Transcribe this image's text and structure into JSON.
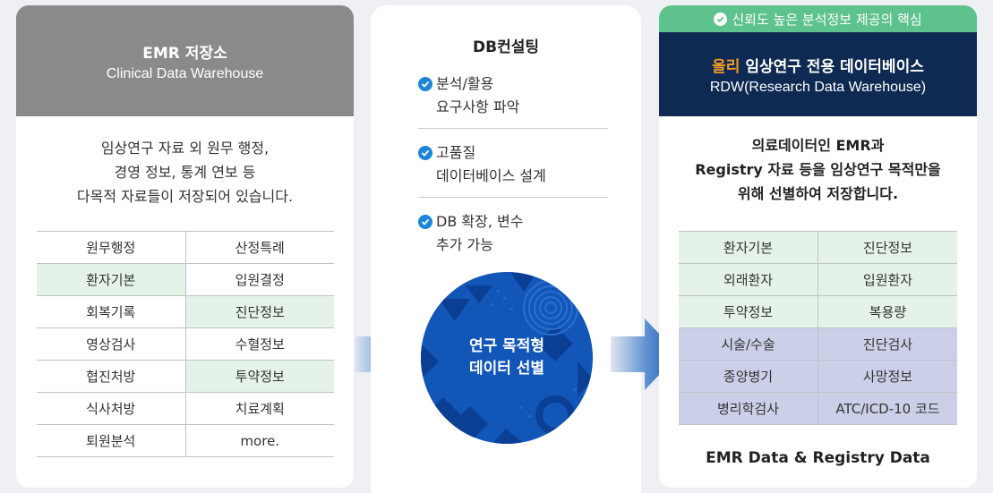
{
  "left": {
    "title": "EMR 저장소",
    "subtitle": "Clinical Data Warehouse",
    "description": [
      "임상연구 자료 외 원무 행정,",
      "경영 정보, 통계 연보 등",
      "다목적 자료들이 저장되어 있습니다."
    ],
    "rows": [
      [
        {
          "text": "원무행정",
          "hl": ""
        },
        {
          "text": "산정특례",
          "hl": ""
        }
      ],
      [
        {
          "text": "환자기본",
          "hl": "green"
        },
        {
          "text": "입원결정",
          "hl": ""
        }
      ],
      [
        {
          "text": "회복기록",
          "hl": ""
        },
        {
          "text": "진단정보",
          "hl": "green"
        }
      ],
      [
        {
          "text": "영상검사",
          "hl": ""
        },
        {
          "text": "수혈정보",
          "hl": ""
        }
      ],
      [
        {
          "text": "협진처방",
          "hl": ""
        },
        {
          "text": "투약정보",
          "hl": "green"
        }
      ],
      [
        {
          "text": "식사처방",
          "hl": ""
        },
        {
          "text": "치료계획",
          "hl": ""
        }
      ],
      [
        {
          "text": "퇴원분석",
          "hl": ""
        },
        {
          "text": "more.",
          "hl": ""
        }
      ]
    ]
  },
  "middle": {
    "title": "DB컨설팅",
    "items": [
      {
        "line1": "분석/활용",
        "line2": "요구사항 파악"
      },
      {
        "line1": "고품질",
        "line2": "데이터베이스 설계"
      },
      {
        "line1": "DB 확장, 변수",
        "line2": "추가 가능"
      }
    ],
    "circle_lines": [
      "연구 목적형",
      "데이터 선별"
    ]
  },
  "right": {
    "badge": "신뢰도 높은 분석정보 제공의 핵심",
    "title_accent": "올리",
    "title_rest": "임상연구 전용 데이터베이스",
    "subtitle": "RDW(Research Data Warehouse)",
    "description": [
      "의료데이터인 EMR과",
      "Registry 자료 등을 임상연구 목적만을",
      "위해 선별하여 저장합니다."
    ],
    "rows": [
      [
        {
          "text": "환자기본",
          "hl": "green"
        },
        {
          "text": "진단정보",
          "hl": "green"
        }
      ],
      [
        {
          "text": "외래환자",
          "hl": "green"
        },
        {
          "text": "입원환자",
          "hl": "green"
        }
      ],
      [
        {
          "text": "투약정보",
          "hl": "green"
        },
        {
          "text": "복용량",
          "hl": "green"
        }
      ],
      [
        {
          "text": "시술/수술",
          "hl": "violet"
        },
        {
          "text": "진단검사",
          "hl": "violet"
        }
      ],
      [
        {
          "text": "종양병기",
          "hl": "violet"
        },
        {
          "text": "사망정보",
          "hl": "violet"
        }
      ],
      [
        {
          "text": "병리학검사",
          "hl": "violet"
        },
        {
          "text": "ATC/ICD-10 코드",
          "hl": "violet"
        }
      ]
    ],
    "footer": "EMR Data & Registry Data"
  },
  "colors": {
    "left_header": "#8a8a8a",
    "right_header": "#0e2a52",
    "badge": "#5dc28d",
    "accent": "#f39b22",
    "check": "#1d86d6",
    "circle": "#1256b8",
    "green_cell": "#e5f2e8",
    "violet_cell": "#cbd0e8"
  }
}
